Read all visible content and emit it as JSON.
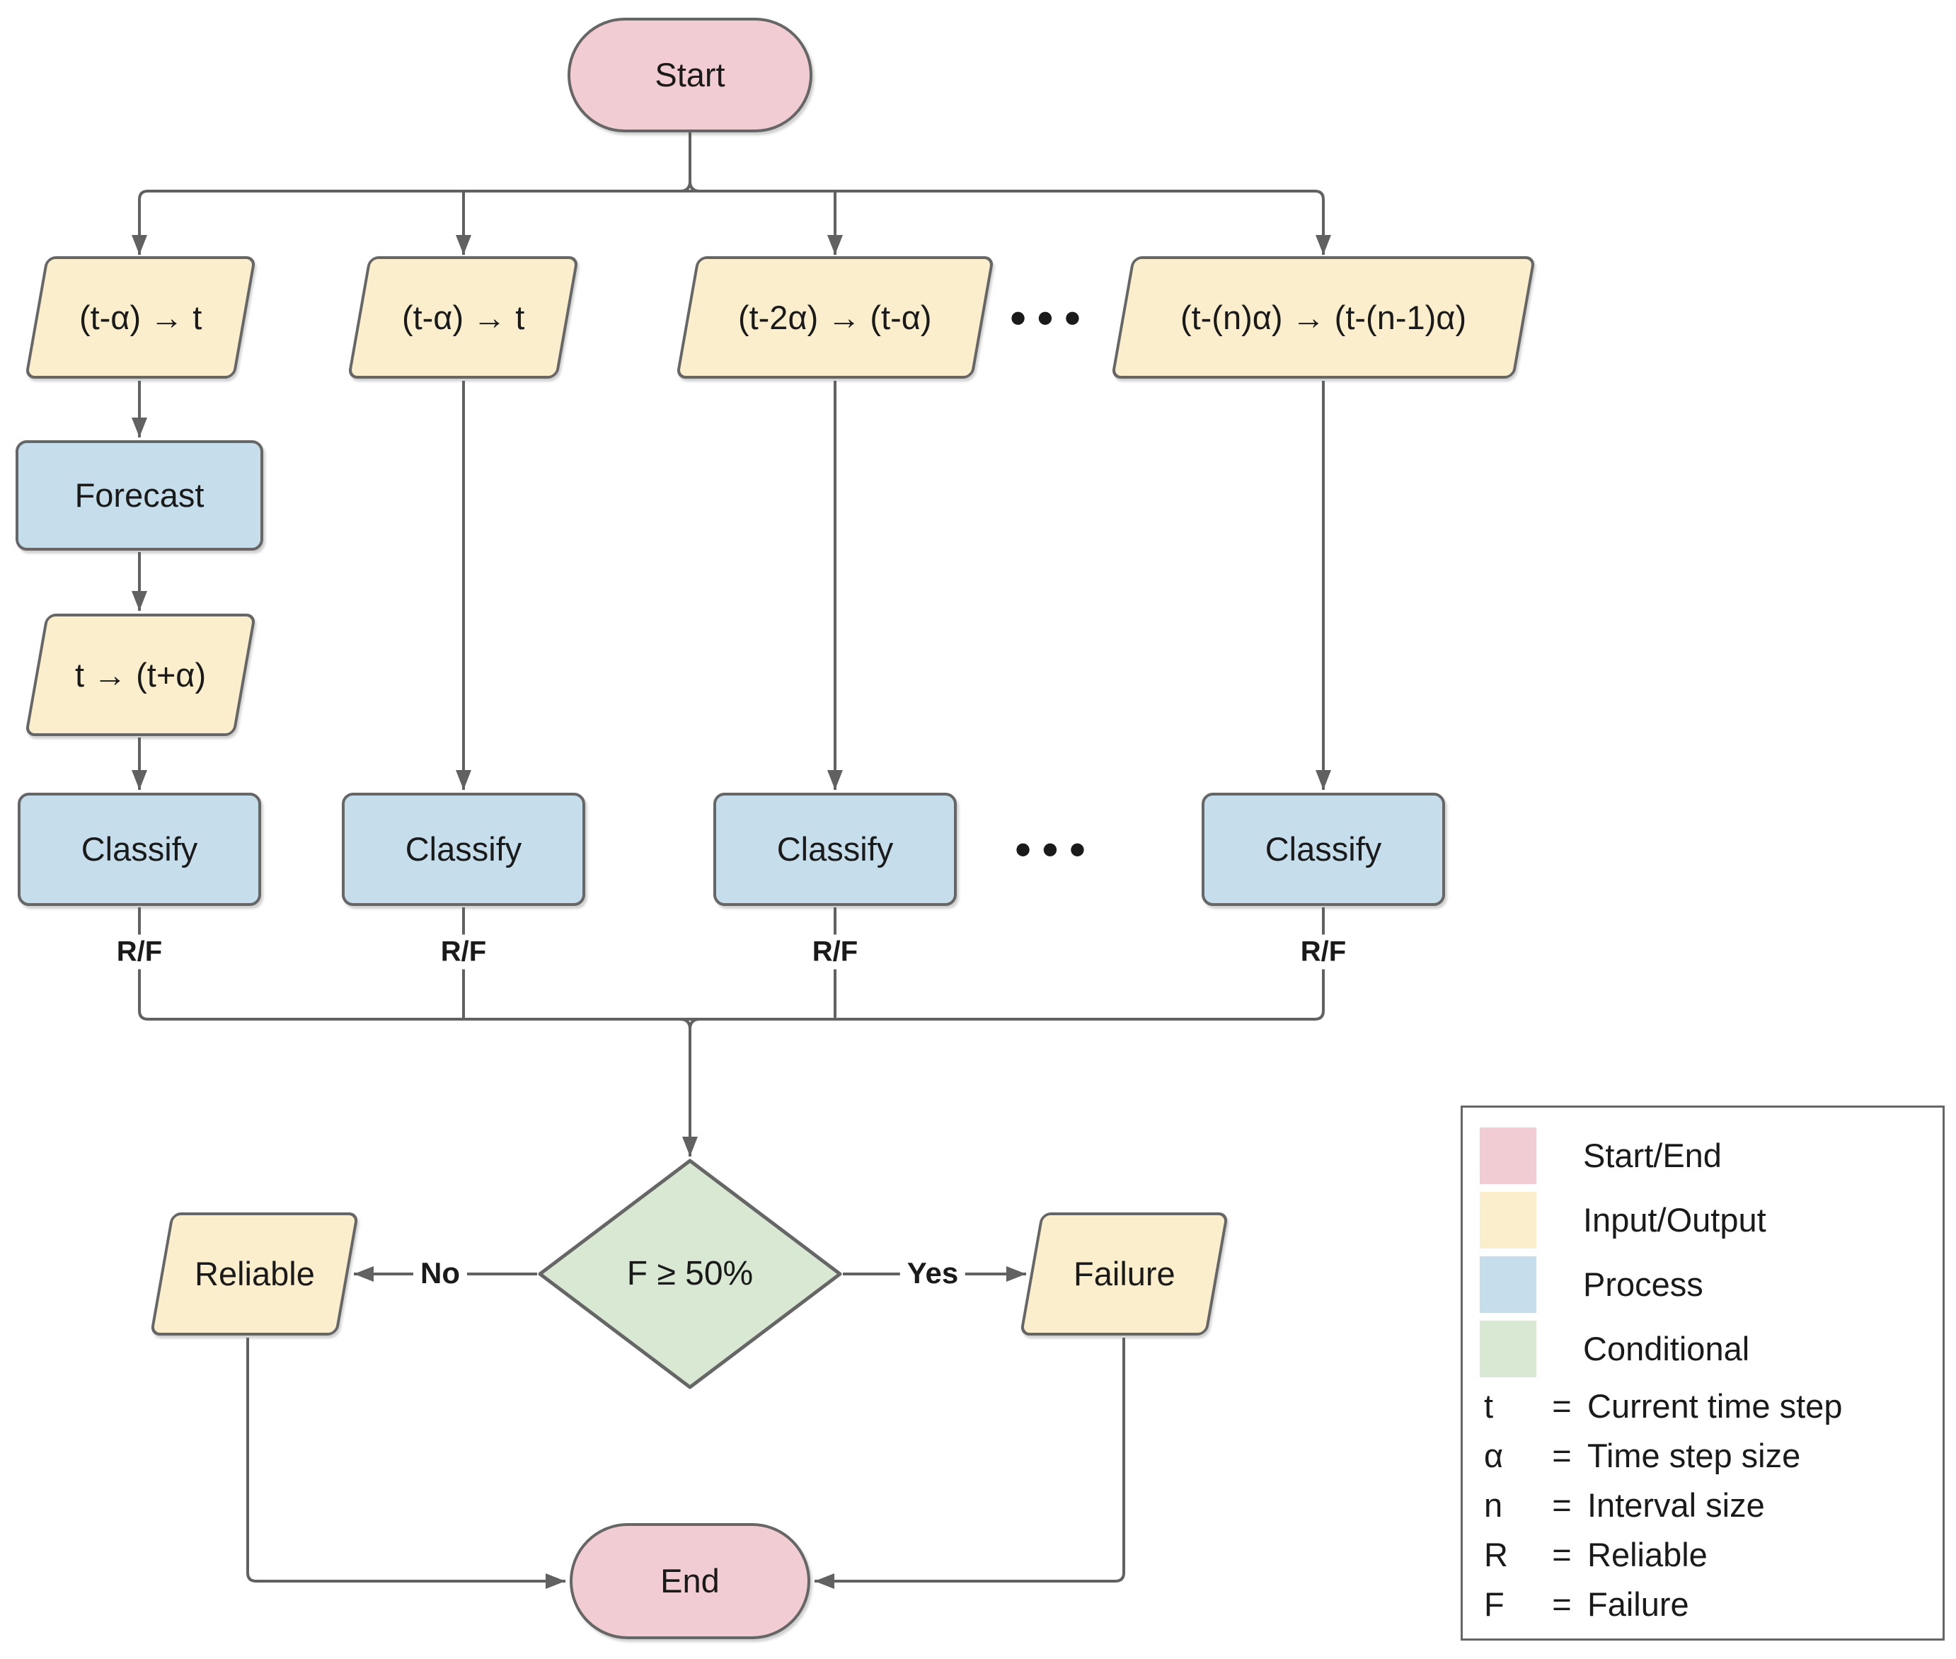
{
  "colors": {
    "start_end": "#F2CCD3",
    "input_output": "#FBEECD",
    "process": "#C6DEEB",
    "conditional": "#D8E8D2",
    "stroke": "#666666",
    "line": "#616161",
    "text": "#1A1A1A"
  },
  "flowchart": {
    "start_label": "Start",
    "end_label": "End",
    "inputs": {
      "col1": "(t-α) → t",
      "col2": "(t-α) → t",
      "col3": "(t-2α) → (t-α)",
      "col4": "(t-(n)α) → (t-(n-1)α)",
      "shift": "t → (t+α)"
    },
    "forecast_label": "Forecast",
    "classify_labels": [
      "Classify",
      "Classify",
      "Classify",
      "Classify"
    ],
    "rf_labels": [
      "R/F",
      "R/F",
      "R/F",
      "R/F"
    ],
    "ellipsis_top": "•••",
    "ellipsis_mid": "•••",
    "decision_label": "F ≥ 50%",
    "no_label": "No",
    "yes_label": "Yes",
    "reliable_label": "Reliable",
    "failure_label": "Failure"
  },
  "legend": {
    "colors": [
      {
        "label": "Start/End",
        "color": "#F2CCD3"
      },
      {
        "label": "Input/Output",
        "color": "#FBEECD"
      },
      {
        "label": "Process",
        "color": "#C6DEEB"
      },
      {
        "label": "Conditional",
        "color": "#D8E8D2"
      }
    ],
    "definitions": [
      {
        "symbol": "t",
        "eq": "=",
        "label": "Current time step"
      },
      {
        "symbol": "α",
        "eq": "=",
        "label": "Time step size"
      },
      {
        "symbol": "n",
        "eq": "=",
        "label": "Interval size"
      },
      {
        "symbol": "R",
        "eq": "=",
        "label": "Reliable"
      },
      {
        "symbol": "F",
        "eq": "=",
        "label": "Failure"
      }
    ]
  }
}
